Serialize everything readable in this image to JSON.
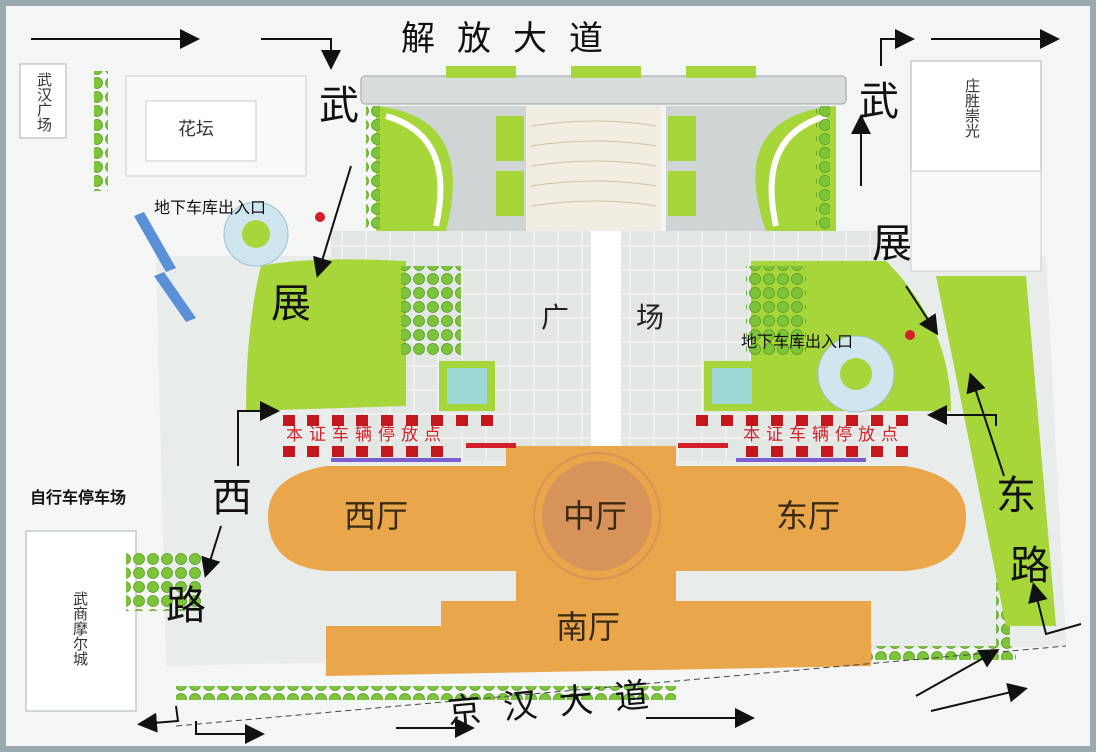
{
  "roads": {
    "north": "解放大道",
    "south": "京汉大道",
    "west_road_left": [
      "武",
      "展",
      "西",
      "路"
    ],
    "east_road_right": [
      "武",
      "展",
      "东",
      "路"
    ]
  },
  "halls": {
    "west": "西厅",
    "center": "中厅",
    "east": "东厅",
    "south": "南厅"
  },
  "plaza": {
    "left": "广",
    "right": "场"
  },
  "buildings": {
    "flower_bed": "花坛",
    "wuhan_square": "武汉广场",
    "zhuangsheng": "庄胜崇光",
    "wushang_mall": "武商摩尔城"
  },
  "parking": {
    "garage_west": "地下车库出入口",
    "garage_east": "地下车库出入口",
    "permit_west": "本证车辆停放点",
    "permit_east": "本证车辆停放点",
    "bicycle": "自行车停车场"
  },
  "colors": {
    "green": "#a6d63a",
    "tree": "#7cc43a",
    "hall": "#eaa64a",
    "center": "#d8935a",
    "permit_red": "#c4161c",
    "road_gray": "#d9dcdc",
    "plaza_tile": "#e4e9e6"
  }
}
